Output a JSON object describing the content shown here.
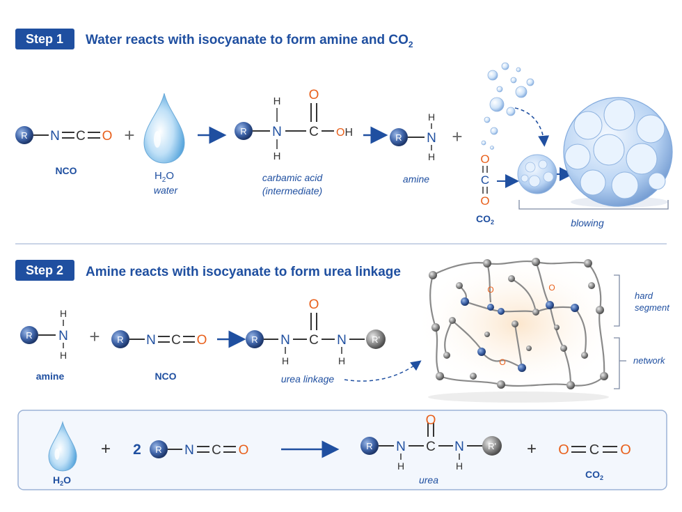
{
  "step1": {
    "badge": "Step 1",
    "title": "Water reacts with isocyanate to form amine and CO",
    "title_sub": "2",
    "nco_label": "NCO",
    "water_formula_h": "H",
    "water_formula_sub": "2",
    "water_formula_o": "O",
    "water_label": "water",
    "carbamic_label_1": "carbamic acid",
    "carbamic_label_2": "(intermediate)",
    "amine_label": "amine",
    "co2_label_c": "CO",
    "co2_label_sub": "2",
    "blowing_label": "blowing"
  },
  "step2": {
    "badge": "Step 2",
    "title": "Amine reacts with isocyanate to form urea linkage",
    "amine_label": "amine",
    "nco_label": "NCO",
    "urea_label": "urea linkage",
    "hard_segment_1": "hard",
    "hard_segment_2": "segment",
    "network_label": "network"
  },
  "overall": {
    "water_h": "H",
    "water_sub": "2",
    "water_o": "O",
    "coefficient": "2",
    "urea_label": "urea",
    "co2_c": "CO",
    "co2_sub": "2"
  },
  "atoms": {
    "R": "R",
    "Rp": "R'",
    "N": "N",
    "C": "C",
    "O": "O",
    "H": "H",
    "OH": "OH"
  },
  "colors": {
    "accent": "#1f4fa0",
    "badge": "#1f4fa0",
    "oxygen": "#e8601c",
    "nitrogen": "#1f4fa0",
    "text": "#333333"
  }
}
